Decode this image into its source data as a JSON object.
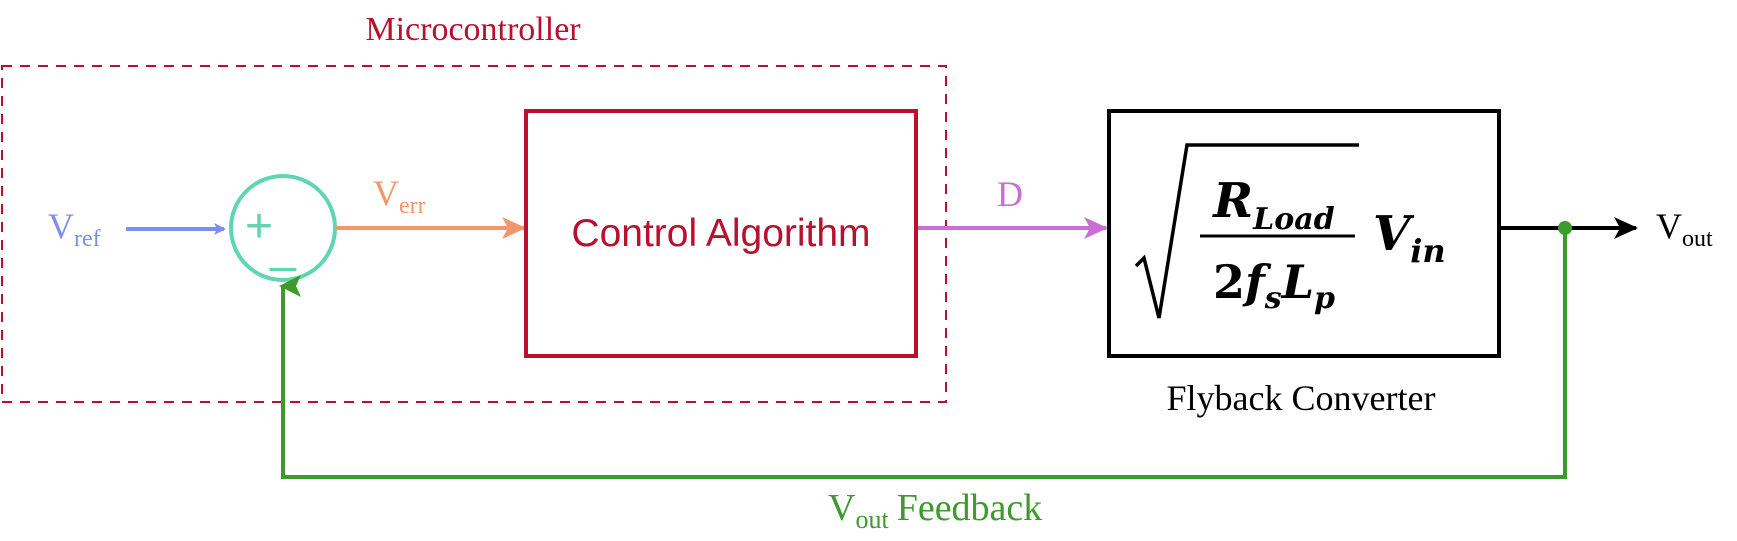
{
  "colors": {
    "microcontroller": "#b8102e",
    "vref": "#7f8cf0",
    "summer": "#5fd6b0",
    "verr": "#f5956b",
    "duty": "#c96fd4",
    "feedback": "#3d9a2c",
    "plant": "#000000"
  },
  "microcontroller": {
    "label": "Microcontroller"
  },
  "vref": {
    "base": "V",
    "sub": "ref"
  },
  "summer": {
    "plus": "+",
    "minus": "_"
  },
  "verr": {
    "base": "V",
    "sub": "err"
  },
  "controller": {
    "label": "Control Algorithm"
  },
  "duty": {
    "label": "D"
  },
  "plant": {
    "label": "Flyback Converter",
    "numerator_base": "R",
    "numerator_sub": "Load",
    "den_coeff": "2",
    "den_f": "f",
    "den_f_sub": "s",
    "den_L": "L",
    "den_L_sub": "p",
    "multiplier_base": "V",
    "multiplier_sub": "in"
  },
  "vout": {
    "base": "V",
    "sub": "out"
  },
  "feedback": {
    "base": "V",
    "sub": "out",
    "label": "Feedback"
  }
}
